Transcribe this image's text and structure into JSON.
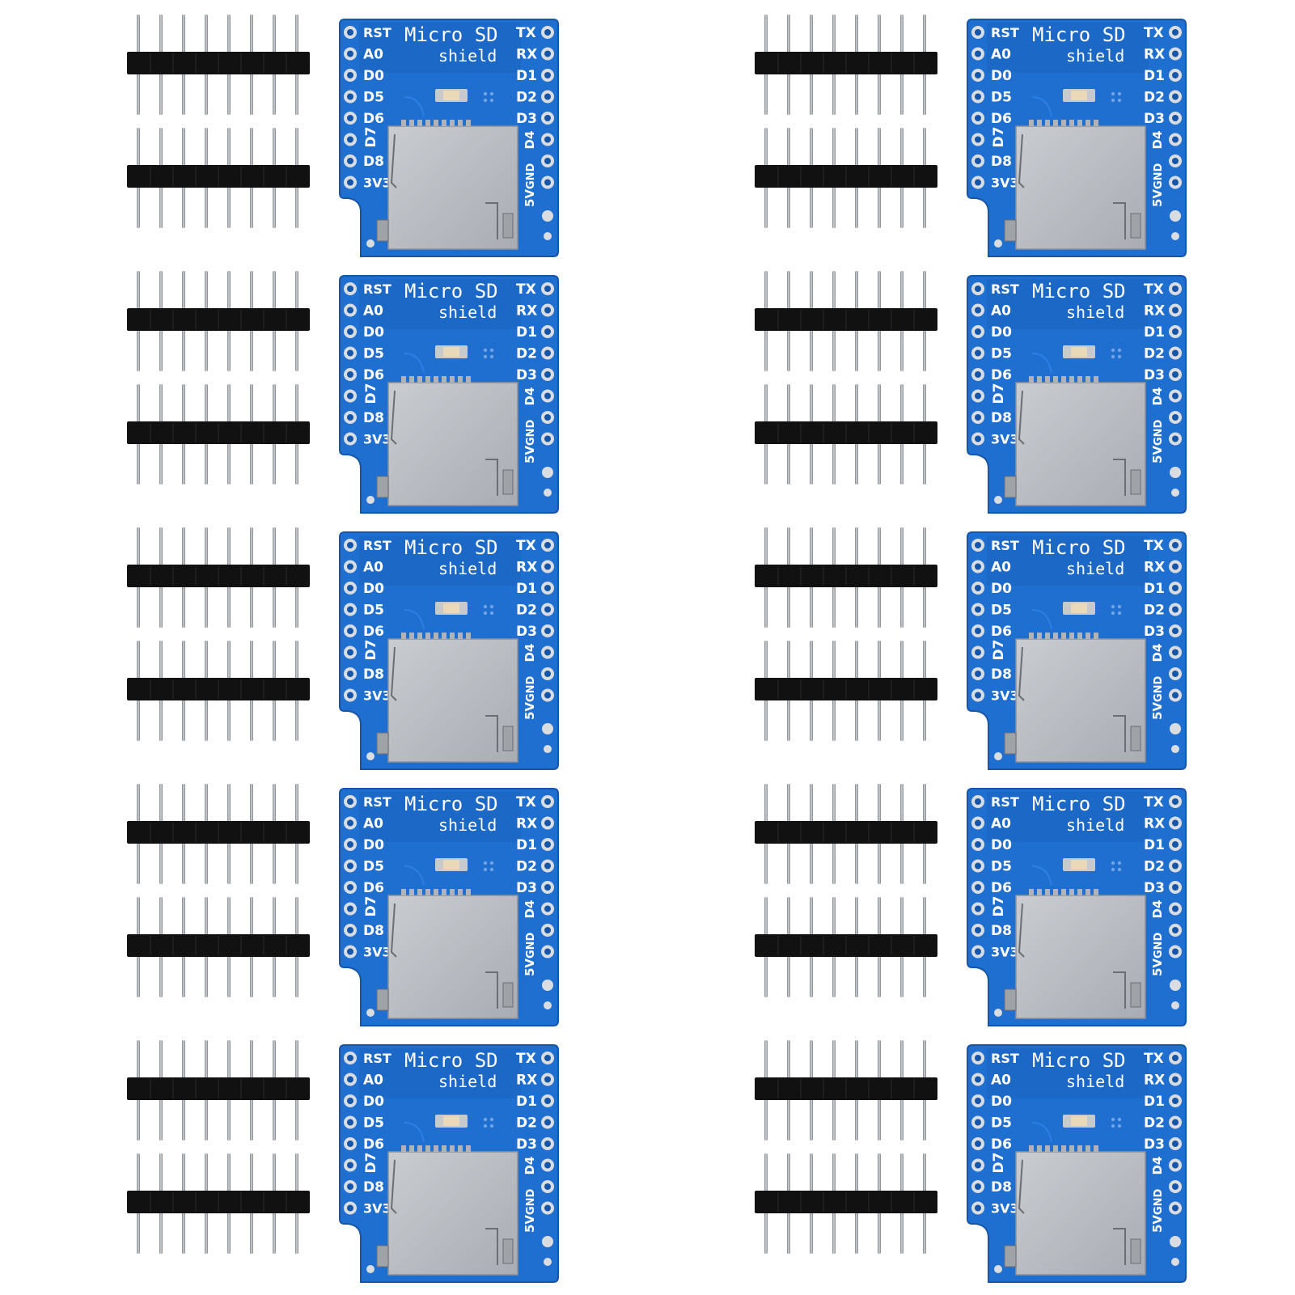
{
  "product": {
    "kit_count": 10,
    "rows": 5,
    "columns": 2,
    "board": {
      "title_line1": "Micro SD",
      "title_line2": "shield",
      "left_pins": [
        "RST",
        "A0",
        "D0",
        "D5",
        "D6",
        "D7",
        "D8",
        "3V3"
      ],
      "right_pins": [
        "TX",
        "RX",
        "D1",
        "D2",
        "D3",
        "D4",
        "GND",
        "5V"
      ]
    },
    "header": {
      "rows_per_kit": 2,
      "pins_per_row": 8
    }
  },
  "colors": {
    "background": "#ffffff",
    "pcb": "#1f6fd1",
    "pcb_edge": "#1656a8",
    "pad": "#d9dde2",
    "connector": "#b9bcc1",
    "pin": "#9aa0a6",
    "plastic": "#111111"
  }
}
